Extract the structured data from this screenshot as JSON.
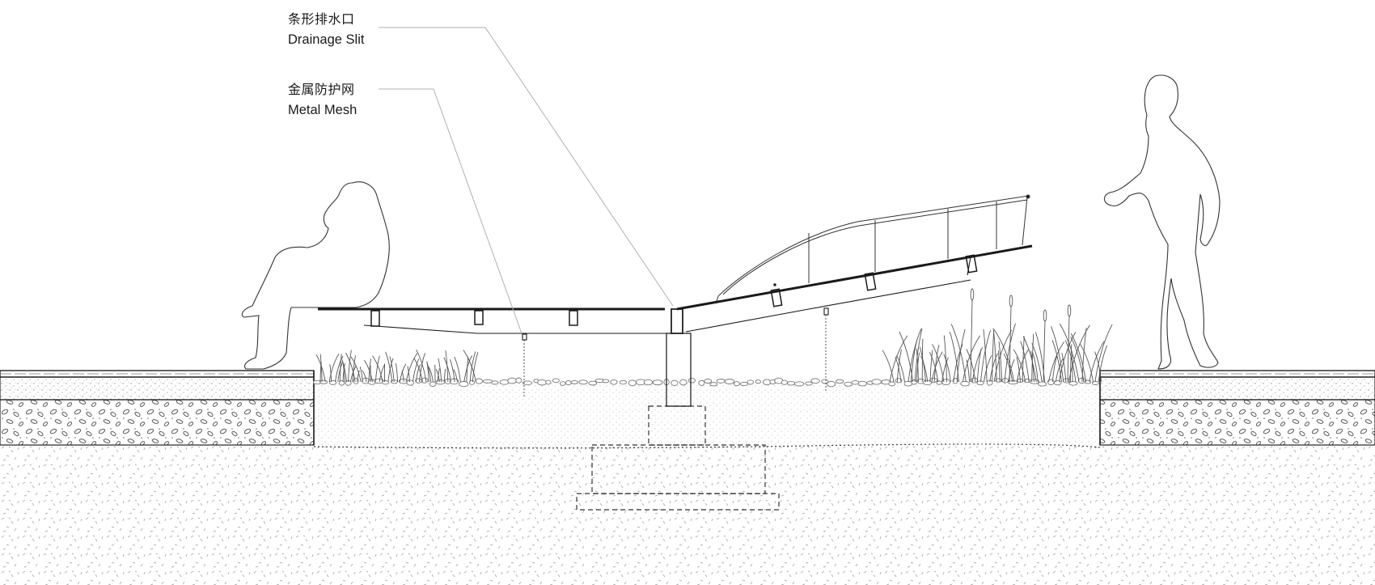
{
  "annotations": [
    {
      "zh": "条形排水口",
      "en": "Drainage Slit"
    },
    {
      "zh": "金属防护网",
      "en": "Metal Mesh"
    }
  ],
  "colors": {
    "line": "#1a1a1a",
    "leader": "#b0b0b0",
    "gravel": "#9a9a9a",
    "pavement": "#555555"
  }
}
